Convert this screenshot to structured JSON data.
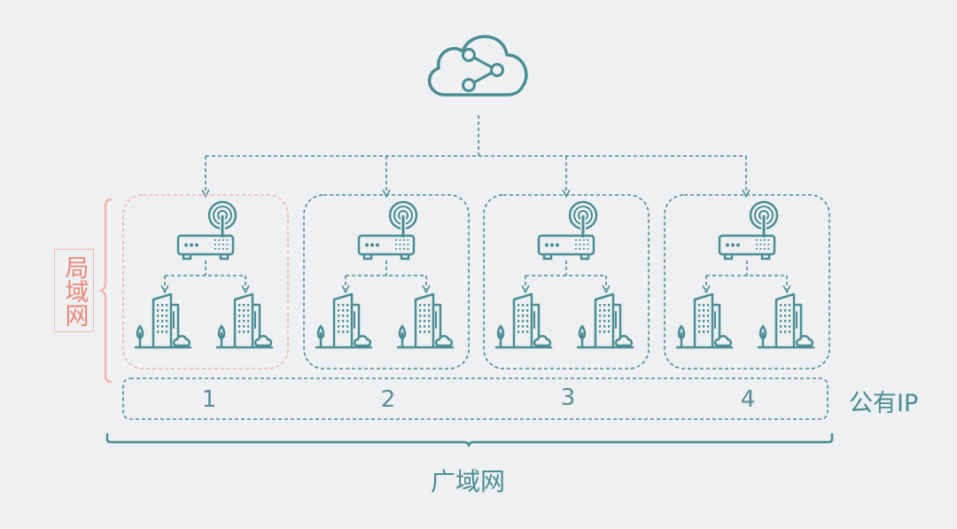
{
  "diagram": {
    "lan_label": "局域网",
    "wan_label": "广域网",
    "public_ip_label": "公有IP",
    "networks": [
      {
        "number": "1"
      },
      {
        "number": "2"
      },
      {
        "number": "3"
      },
      {
        "number": "4"
      }
    ],
    "icons": {
      "cloud": "cloud-share-icon",
      "router": "router-icon",
      "antenna": "antenna-icon",
      "building": "building-icon"
    },
    "colors": {
      "background": "#eef0f1",
      "teal": "#4a8d95",
      "highlight": "#e8897c",
      "text": "#5a8f97"
    }
  }
}
